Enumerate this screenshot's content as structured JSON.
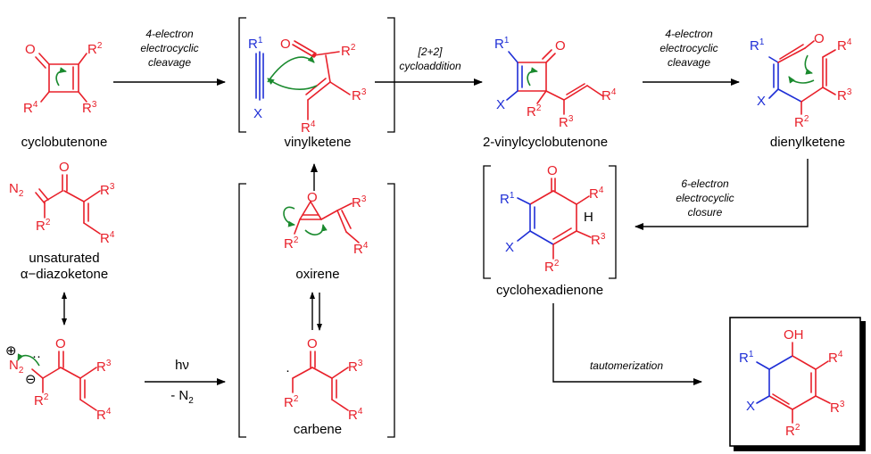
{
  "compounds": {
    "cyclobutenone": "cyclobutenone",
    "vinylketene": "vinylketene",
    "vinylcyclobutenone": "2-vinylcyclobutenone",
    "dienylketene": "dienylketene",
    "diazoketone_line1": "unsaturated",
    "diazoketone_line2": "α−diazoketone",
    "oxirene": "oxirene",
    "carbene": "carbene",
    "cyclohexadienone": "cyclohexadienone"
  },
  "conditions": {
    "step1_line1": "4-electron",
    "step1_line2": "electrocyclic",
    "step1_line3": "cleavage",
    "step2_line1": "[2+2]",
    "step2_line2": "cycloaddition",
    "step3_line1": "4-electron",
    "step3_line2": "electrocyclic",
    "step3_line3": "cleavage",
    "step4_line1": "6-electron",
    "step4_line2": "electrocyclic",
    "step4_line3": "closure",
    "photolysis": "hν",
    "loss_prefix": "- N",
    "loss_sub": "2",
    "tautomerization": "tautomerization"
  },
  "atoms": {
    "O": "O",
    "OH": "OH",
    "H": "H",
    "X": "X",
    "R": "R",
    "N": "N",
    "two": "2",
    "r1": "1",
    "r2": "2",
    "r3": "3",
    "r4": "4",
    "plus": "⊕",
    "minus": "⊖",
    "dots": "··",
    "dot": "·"
  },
  "colors": {
    "substituent_red": "#e8202a",
    "substituent_blue": "#1f2fd6",
    "curly_arrow_green": "#1a8a2e",
    "text_black": "#000000"
  }
}
